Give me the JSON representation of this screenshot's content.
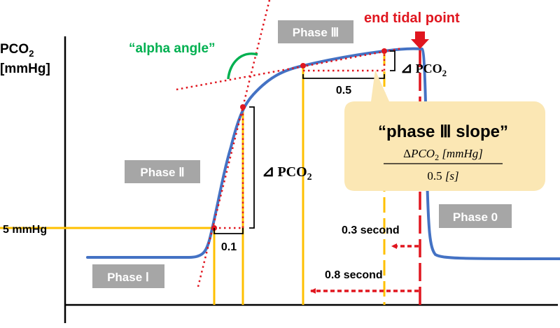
{
  "y_axis": {
    "label_main": "PCO",
    "label_sub": "2",
    "label_unit": "[mmHg]",
    "tick_label": "5 mmHg"
  },
  "phases": {
    "phase1": "Phase Ⅰ",
    "phase2": "Phase Ⅱ",
    "phase3": "Phase Ⅲ",
    "phase0": "Phase 0"
  },
  "annotations": {
    "alpha_angle": "“alpha angle”",
    "end_tidal_point": "end tidal point",
    "delta_pco2_symbol": "⊿",
    "delta_pco2_text": "PCO",
    "delta_pco2_sub": "2",
    "dx_phase2": "0.1",
    "dx_phase3": "0.5",
    "time_03": "0.3 second",
    "time_08": "0.8 second"
  },
  "callout": {
    "title": "“phase Ⅲ slope”",
    "numerator_delta": "Δ",
    "numerator_var": "PCO",
    "numerator_sub": "2",
    "numerator_unit": " [mmHg]",
    "denominator_val": "0.5 ",
    "denominator_unit": "[s]"
  },
  "colors": {
    "curve": "#4472c4",
    "yellow": "#ffc000",
    "red": "#e0161f",
    "green": "#00b050",
    "phase_box": "#a6a6a6",
    "callout_bg": "#fbe7b4"
  }
}
